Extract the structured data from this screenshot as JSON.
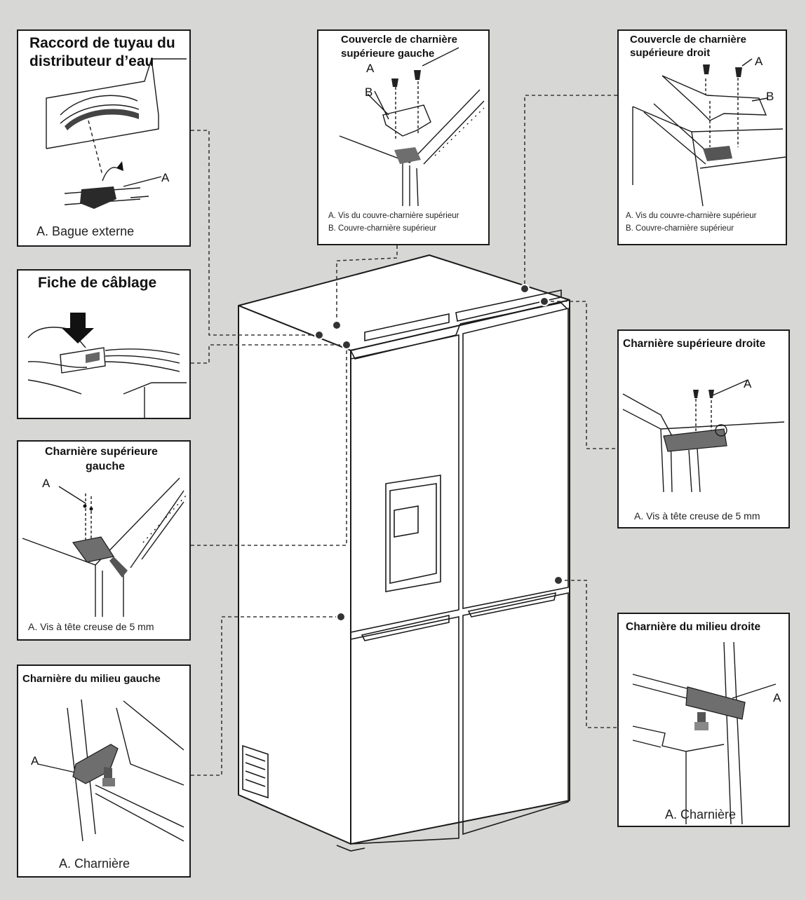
{
  "colors": {
    "background": "#d7d7d5",
    "panel": "#ffffff",
    "line": "#1a1a1a",
    "hardware": "#6e6e6e"
  },
  "panels": {
    "water_line": {
      "title_line1": "Raccord de tuyau du",
      "title_line2": "distributeur d’eau",
      "label_a": "A",
      "caption": "A. Bague externe"
    },
    "wiring_plug": {
      "title": "Fiche de câblage"
    },
    "top_left_hinge": {
      "title_line1": "Charnière supérieure",
      "title_line2": "gauche",
      "label_a": "A",
      "caption": "A. Vis à tête creuse de 5 mm"
    },
    "mid_left_hinge": {
      "title": "Charnière du milieu gauche",
      "label_a": "A",
      "caption": "A. Charnière"
    },
    "top_left_cover": {
      "title_line1": "Couvercle de charnière",
      "title_line2": "supérieure gauche",
      "label_a": "A",
      "label_b": "B",
      "caption_a": "A. Vis du couvre-charnière supérieur",
      "caption_b": "B. Couvre-charnière supérieur"
    },
    "top_right_cover": {
      "title_line1": "Couvercle de charnière",
      "title_line2": "supérieure droit",
      "label_a": "A",
      "label_b": "B",
      "caption_a": "A. Vis du couvre-charnière supérieur",
      "caption_b": "B. Couvre-charnière supérieur"
    },
    "top_right_hinge": {
      "title": "Charnière supérieure droite",
      "label_a": "A",
      "caption": "A. Vis à tête creuse de 5 mm"
    },
    "mid_right_hinge": {
      "title": "Charnière du milieu droite",
      "label_a": "A",
      "caption": "A. Charnière"
    }
  }
}
